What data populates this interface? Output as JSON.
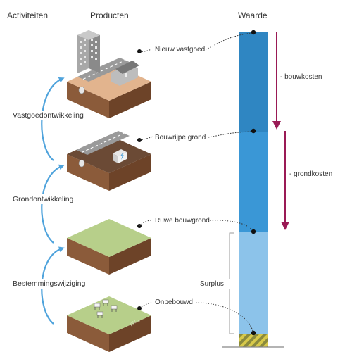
{
  "headers": {
    "activities": "Activiteiten",
    "products": "Producten",
    "value": "Waarde"
  },
  "activities": [
    "Vastgoedontwikkeling",
    "Grondontwikkeling",
    "Bestemmingswijziging"
  ],
  "products": [
    "Nieuw vastgoed",
    "Bouwrijpe grond",
    "Ruwe bouwgrond",
    "Onbebouwd"
  ],
  "value_bar": {
    "segments": [
      {
        "from_label": "Nieuw vastgoed",
        "to_label": "Bouwrijpe grond",
        "color": "#2f86c2"
      },
      {
        "from_label": "Bouwrijpe grond",
        "to_label": "Ruwe bouwgrond",
        "color": "#3a97d6"
      },
      {
        "from_label": "Ruwe bouwgrond",
        "to_label": "Onbebouwd",
        "color": "#8cc3ea"
      }
    ],
    "base_hatch_colors": [
      "#8a8a3c",
      "#d7c94a"
    ]
  },
  "costs": [
    "- bouwkosten",
    "- grondkosten"
  ],
  "surplus_label": "Surplus",
  "watermark": "pbl.nl",
  "colors": {
    "activity_arrow": "#4fa3dc",
    "cost_arrow": "#9a1a55",
    "grass_top": "#b7cf8a",
    "soil_dark": "#6b4a35",
    "soil_light": "#e2b48e"
  }
}
